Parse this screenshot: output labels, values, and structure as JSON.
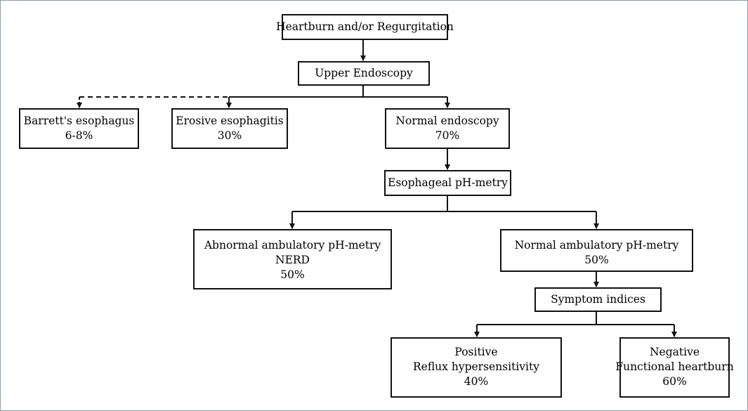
{
  "nodes": {
    "heartburn": {
      "lines": [
        "Heartburn and/or Regurgitation"
      ]
    },
    "upper_endoscopy": {
      "lines": [
        "Upper Endoscopy"
      ]
    },
    "barretts": {
      "lines": [
        "Barrett's esophagus",
        "6-8%"
      ]
    },
    "erosive": {
      "lines": [
        "Erosive esophagitis",
        "30%"
      ]
    },
    "normal_endoscopy": {
      "lines": [
        "Normal endoscopy",
        "70%"
      ]
    },
    "ph_metry": {
      "lines": [
        "Esophageal pH-metry"
      ]
    },
    "abnormal_ph": {
      "lines": [
        "Abnormal ambulatory pH-metry",
        "NERD",
        "50%"
      ]
    },
    "normal_ph": {
      "lines": [
        "Normal ambulatory pH-metry",
        "50%"
      ]
    },
    "symptom_indices": {
      "lines": [
        "Symptom indices"
      ]
    },
    "positive": {
      "lines": [
        "Positive",
        "Reflux hypersensitivity",
        "40%"
      ]
    },
    "negative": {
      "lines": [
        "Negative",
        "Functional heartburn",
        "60%"
      ]
    }
  },
  "edges": [
    {
      "from": "heartburn",
      "to": "upper_endoscopy",
      "style": "solid"
    },
    {
      "from": "upper_endoscopy",
      "to": "barretts",
      "style": "dashed"
    },
    {
      "from": "upper_endoscopy",
      "to": "erosive",
      "style": "solid"
    },
    {
      "from": "upper_endoscopy",
      "to": "normal_endoscopy",
      "style": "solid"
    },
    {
      "from": "normal_endoscopy",
      "to": "ph_metry",
      "style": "solid"
    },
    {
      "from": "ph_metry",
      "to": "abnormal_ph",
      "style": "solid"
    },
    {
      "from": "ph_metry",
      "to": "normal_ph",
      "style": "solid"
    },
    {
      "from": "normal_ph",
      "to": "symptom_indices",
      "style": "solid"
    },
    {
      "from": "symptom_indices",
      "to": "positive",
      "style": "solid"
    },
    {
      "from": "symptom_indices",
      "to": "negative",
      "style": "solid"
    }
  ],
  "colors": {
    "line": "#111111",
    "frame": "#8a9bb0"
  }
}
